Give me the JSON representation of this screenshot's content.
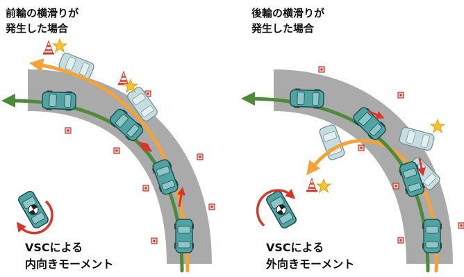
{
  "panels": [
    {
      "title_lines": [
        "前輪の横滑りが",
        "発生した場合"
      ],
      "caption_lines": [
        "VSCによる",
        "内向きモーメント"
      ]
    },
    {
      "title_lines": [
        "後輪の横滑りが",
        "発生した場合"
      ],
      "caption_lines": [
        "VSCによる",
        "外向きモーメント"
      ]
    }
  ],
  "colors": {
    "road": "#aaaaaa",
    "car": "#4fa3a3",
    "car_ghost": "#b8d4d8",
    "car_dark": "#1e4a4a",
    "green_arrow": "#4d8a3a",
    "orange_arrow": "#f3a33a",
    "red_arrow": "#d8362a",
    "cone": "#e8503a",
    "spark": "#f6c230"
  }
}
